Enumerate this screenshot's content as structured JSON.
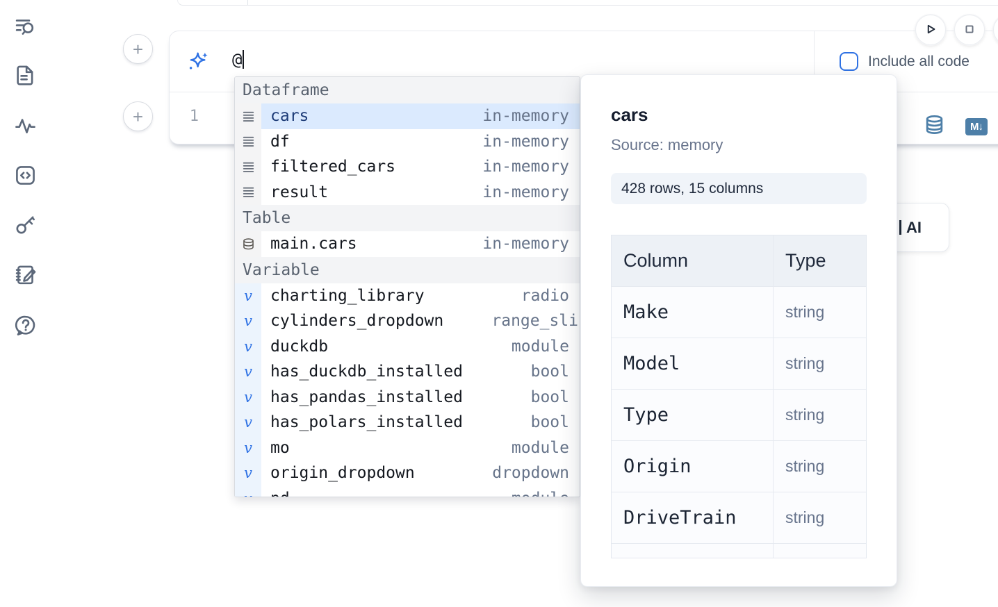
{
  "sidebar": {
    "icons": [
      "toc-search-icon",
      "file-icon",
      "activity-icon",
      "code-block-icon",
      "key-icon",
      "scratchpad-icon",
      "help-icon"
    ]
  },
  "cell": {
    "prompt_value": "@",
    "include_all_code_label": "Include all code",
    "line_number": "1",
    "markdown_badge_text": "M↓",
    "icons": [
      "database-icon",
      "markdown-export-icon",
      "sparkles-icon"
    ]
  },
  "run_controls": {
    "icons": [
      "run-icon",
      "stop-icon"
    ]
  },
  "autocomplete": {
    "sections": [
      {
        "label": "Dataframe",
        "kind": "dataframe",
        "items": [
          {
            "name": "cars",
            "type": "in-memory",
            "selected": true
          },
          {
            "name": "df",
            "type": "in-memory"
          },
          {
            "name": "filtered_cars",
            "type": "in-memory"
          },
          {
            "name": "result",
            "type": "in-memory"
          }
        ]
      },
      {
        "label": "Table",
        "kind": "table",
        "items": [
          {
            "name": "main.cars",
            "type": "in-memory"
          }
        ]
      },
      {
        "label": "Variable",
        "kind": "variable",
        "items": [
          {
            "name": "charting_library",
            "type": "radio"
          },
          {
            "name": "cylinders_dropdown",
            "type": "range_sli",
            "type_clipped": true
          },
          {
            "name": "duckdb",
            "type": "module"
          },
          {
            "name": "has_duckdb_installed",
            "type": "bool"
          },
          {
            "name": "has_pandas_installed",
            "type": "bool"
          },
          {
            "name": "has_polars_installed",
            "type": "bool"
          },
          {
            "name": "mo",
            "type": "module"
          },
          {
            "name": "origin_dropdown",
            "type": "dropdown"
          },
          {
            "name": "pd",
            "type": "module",
            "row_clipped": true
          }
        ]
      }
    ]
  },
  "preview_panel": {
    "title": "cars",
    "source": "Source: memory",
    "shape_badge": "428 rows, 15 columns",
    "table": {
      "headers": [
        "Column",
        "Type"
      ],
      "rows": [
        [
          "Make",
          "string"
        ],
        [
          "Model",
          "string"
        ],
        [
          "Type",
          "string"
        ],
        [
          "Origin",
          "string"
        ],
        [
          "DriveTrain",
          "string"
        ],
        [
          "",
          ""
        ]
      ]
    }
  },
  "ai_button": {
    "label": "AI"
  },
  "colors": {
    "accent_blue": "#2f72e4",
    "selection_bg": "#dbeafe",
    "selected_text": "#1e3c78",
    "steel_blue": "#4d7fa8",
    "muted_gray": "#67748a"
  }
}
